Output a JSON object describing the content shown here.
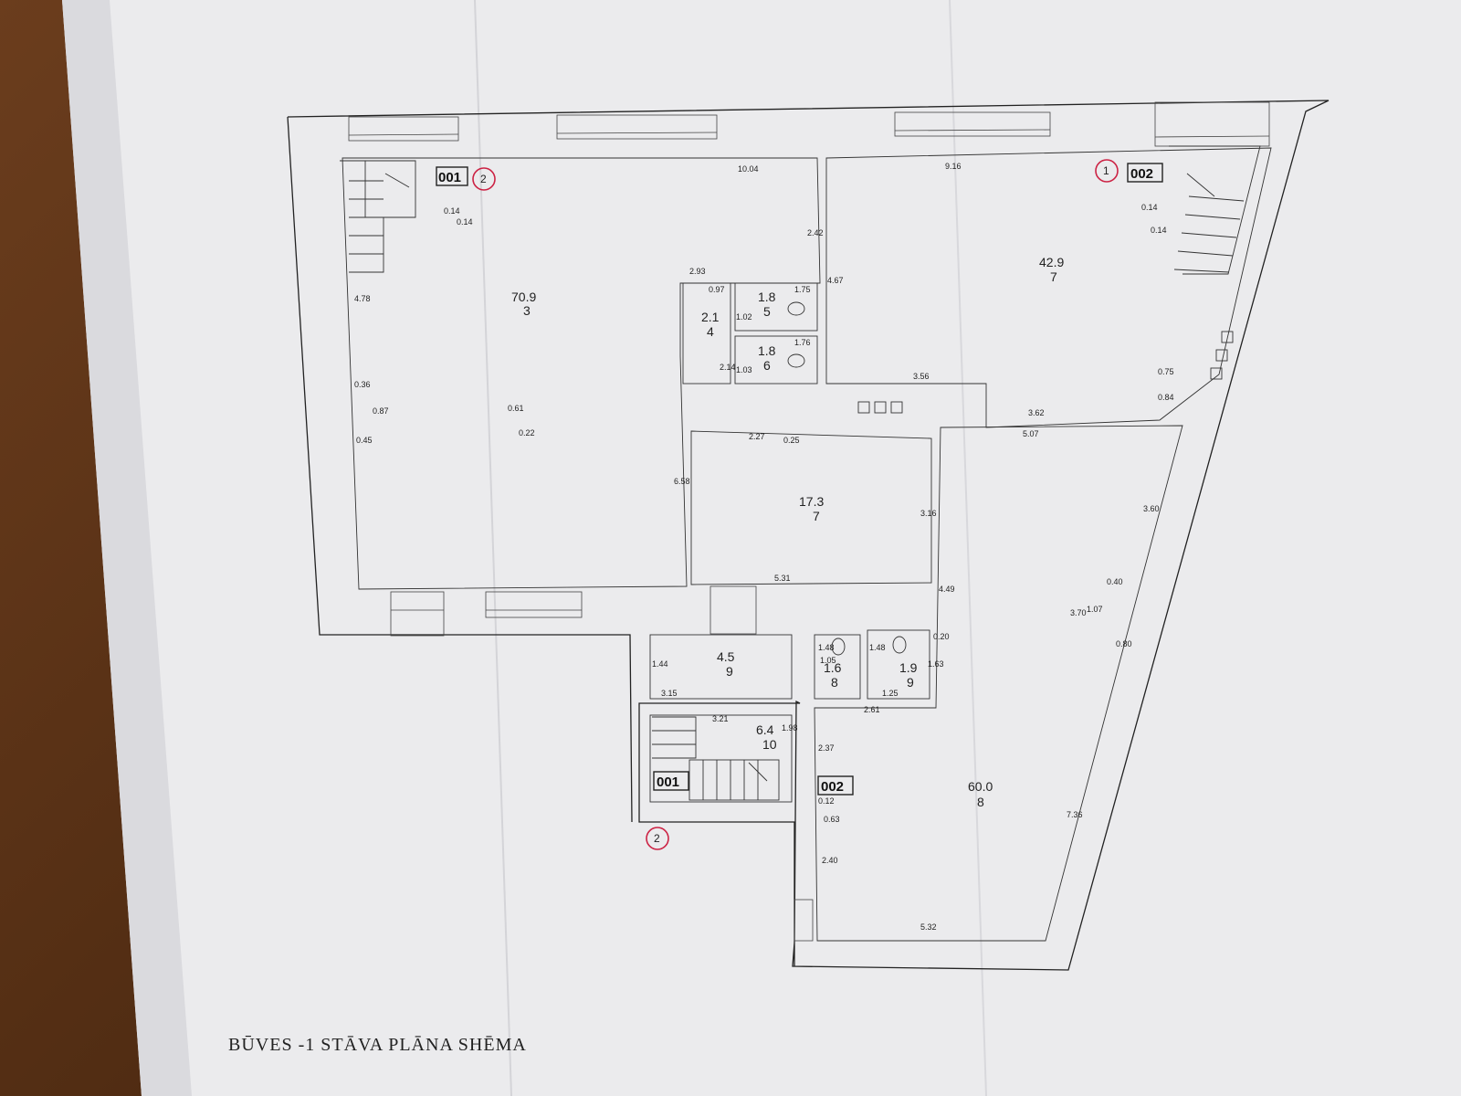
{
  "title": "BŪVES -1 STĀVA PLĀNA SHĒMA",
  "rooms": [
    {
      "no": "3",
      "area": "70.9"
    },
    {
      "no": "7",
      "area": "42.9"
    },
    {
      "no": "4",
      "area": "2.1"
    },
    {
      "no": "5",
      "area": "1.8"
    },
    {
      "no": "6",
      "area": "1.8"
    },
    {
      "no": "7",
      "area": "17.3"
    },
    {
      "no": "9",
      "area": "4.5"
    },
    {
      "no": "8",
      "area": "1.6"
    },
    {
      "no": "9",
      "area": "1.9"
    },
    {
      "no": "10",
      "area": "6.4"
    },
    {
      "no": "8",
      "area": "60.0"
    }
  ],
  "stair_tags": [
    "001",
    "002",
    "002",
    "001"
  ],
  "section_markers": [
    "2",
    "1",
    "2"
  ],
  "dimensions": [
    "10.04",
    "9.16",
    "2.42",
    "4.67",
    "2.93",
    "0.97",
    "1.75",
    "1.02",
    "1.76",
    "2.14",
    "1.03",
    "3.56",
    "0.75",
    "0.84",
    "3.62",
    "5.07",
    "4.78",
    "0.36",
    "0.87",
    "0.45",
    "0.61",
    "0.22",
    "2.27",
    "0.25",
    "6.58",
    "3.16",
    "5.31",
    "4.49",
    "3.60",
    "0.40",
    "1.07",
    "3.70",
    "0.80",
    "0.20",
    "1.63",
    "1.48",
    "1.48",
    "1.05",
    "1.25",
    "1.44",
    "3.15",
    "2.61",
    "3.21",
    "1.98",
    "2.37",
    "0.12",
    "0.63",
    "2.40",
    "7.36",
    "5.32",
    "0.14",
    "0.14",
    "0.14",
    "0.14"
  ]
}
